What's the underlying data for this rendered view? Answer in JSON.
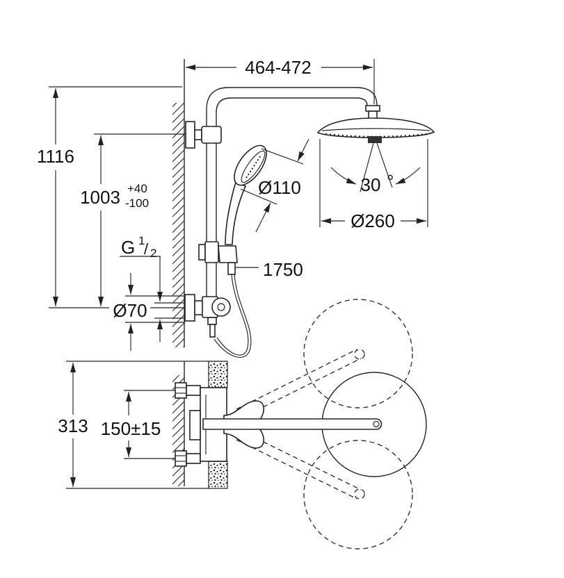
{
  "drawing": {
    "elevation": {
      "arm_projection": "464-472",
      "total_height": "1116",
      "riser_height": "1003",
      "riser_tolerance_upper": "+40",
      "riser_tolerance_lower": "-100",
      "hand_shower_diameter": "Ø110",
      "spray_angle": "30",
      "spray_angle_unit": "°",
      "head_diameter": "Ø260",
      "thread_letter": "G",
      "thread_numerator": "1",
      "thread_slash": "/",
      "thread_denominator": "2",
      "hose_length": "1750",
      "rosette_diameter": "Ø70"
    },
    "plan": {
      "projection_depth": "313",
      "connection_spacing": "150±15"
    }
  }
}
